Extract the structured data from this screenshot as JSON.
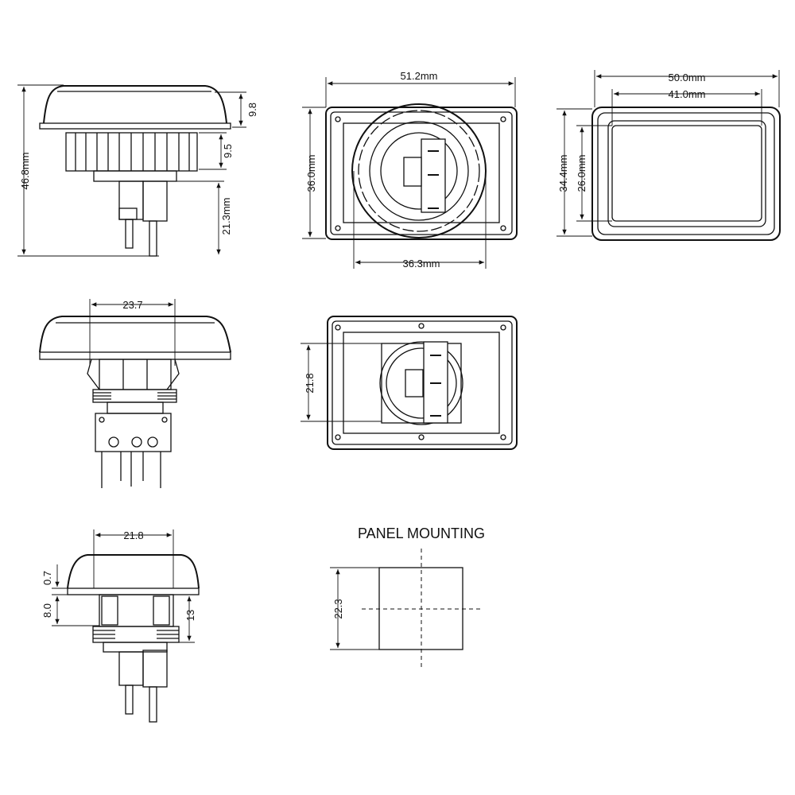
{
  "side_view": {
    "overall_height": "46.8mm",
    "cap_height": "9.8",
    "body_height": "9.5",
    "connector_height": "21.3mm"
  },
  "front_view": {
    "width": "51.2mm",
    "height": "36.0mm",
    "bezel_diameter": "36.3mm"
  },
  "cap_view": {
    "outer_width": "50.0mm",
    "inner_width": "41.0mm",
    "outer_height": "34.4mm",
    "inner_height": "26.0mm"
  },
  "side_view_microswitch": {
    "body_width": "23.7"
  },
  "rear_view": {
    "body_height": "21.8"
  },
  "side_view_short": {
    "body_width": "21.8",
    "bezel_thickness": "0.7",
    "ring_height": "8.0",
    "body_height": "13"
  },
  "panel_mounting": {
    "title": "PANEL MOUNTING",
    "cutout_size": "22.3"
  }
}
